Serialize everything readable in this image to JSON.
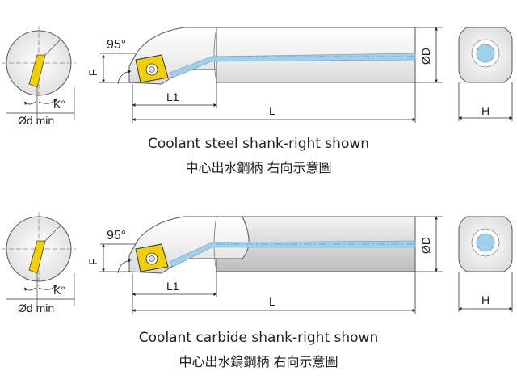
{
  "dims": {
    "angle": "95°",
    "F": "F",
    "L1": "L1",
    "L": "L",
    "D": "ØD",
    "H": "H",
    "kappa": "K°",
    "dmin": "Ød min"
  },
  "top_caption": {
    "en": "Coolant steel shank-right shown",
    "zh": "中心出水鋼柄  右向示意圖"
  },
  "bottom_caption": {
    "en": "Coolant carbide shank-right shown",
    "zh": "中心出水鎢鋼柄  右向示意圖"
  },
  "colors": {
    "insert": "#f2cf00",
    "coolant": "#9fd0ec",
    "shank_steel": "#efefef",
    "shank_carbide": "#d8d8d8"
  }
}
